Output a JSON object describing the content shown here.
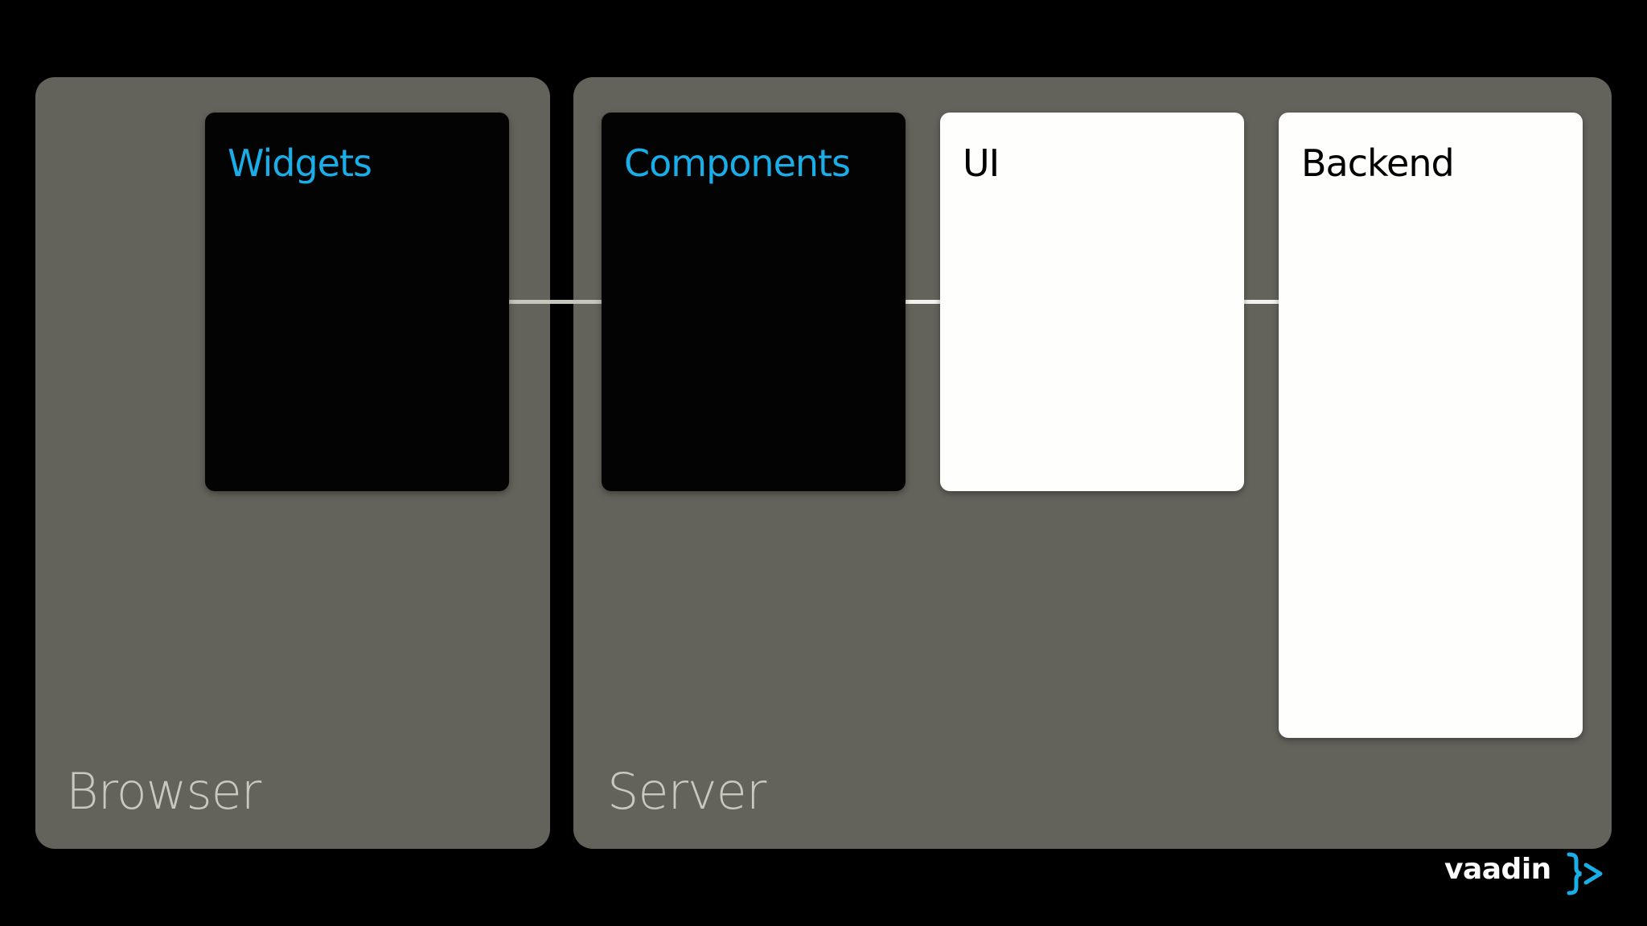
{
  "diagram": {
    "regions": {
      "browser": {
        "label": "Browser"
      },
      "server": {
        "label": "Server"
      }
    },
    "boxes": {
      "widgets": {
        "title": "Widgets",
        "fill": "#030303",
        "title_color": "#1aaee8"
      },
      "components": {
        "title": "Components",
        "fill": "#030303",
        "title_color": "#1aaee8"
      },
      "ui": {
        "title": "UI",
        "fill": "#fefefc",
        "title_color": "#000000"
      },
      "backend": {
        "title": "Backend",
        "fill": "#fefefc",
        "title_color": "#000000"
      }
    },
    "connections": [
      {
        "from": "Widgets",
        "to": "Components"
      },
      {
        "from": "Components",
        "to": "UI"
      },
      {
        "from": "UI",
        "to": "Backend"
      }
    ]
  },
  "logo": {
    "wordmark": "vaadin",
    "mark": "}>",
    "wordmark_color": "#ffffff",
    "mark_color": "#1aaee8"
  },
  "colors": {
    "background": "#000000",
    "region_fill": "#63635b",
    "region_label": "#c8c8c0",
    "accent_blue": "#1aaee8"
  }
}
